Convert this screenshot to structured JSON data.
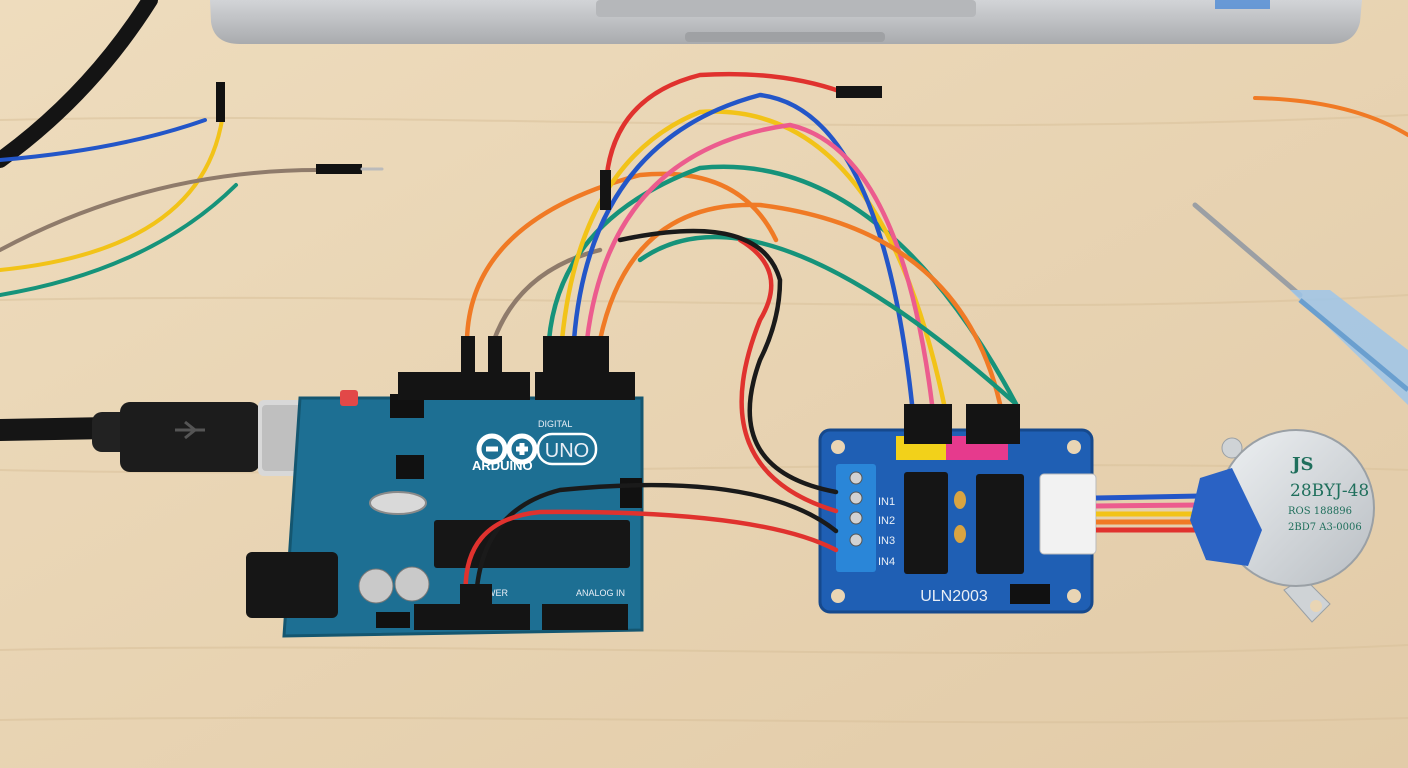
{
  "scene": {
    "description_free": true,
    "colors": {
      "desk": "#e9d5b4",
      "arduino_pcb": "#1d6f93",
      "driver_pcb": "#1f5fb4",
      "motor_body": "#d9dde0",
      "motor_cap": "#2a62c4",
      "laptop": "#c4c6c9",
      "wire_red": "#e0322e",
      "wire_orange": "#f07a25",
      "wire_yellow": "#f2c318",
      "wire_green": "#16937a",
      "wire_blue": "#2356c8",
      "wire_pink": "#ec5c8e",
      "wire_brown": "#8f7b6b",
      "wire_black": "#1a1a1a",
      "screwdriver": "#9ec6ea"
    }
  },
  "arduino": {
    "brand": "ARDUINO",
    "model": "UNO",
    "digital_label": "DIGITAL",
    "power_label": "POWER",
    "analog_label": "ANALOG IN"
  },
  "driver": {
    "name": "ULN2003",
    "inputs": [
      "IN1",
      "IN2",
      "IN3",
      "IN4"
    ]
  },
  "motor": {
    "model": "28BYJ-48",
    "line1": "ROS 188896",
    "line2": "2BD7 A3-0006"
  }
}
